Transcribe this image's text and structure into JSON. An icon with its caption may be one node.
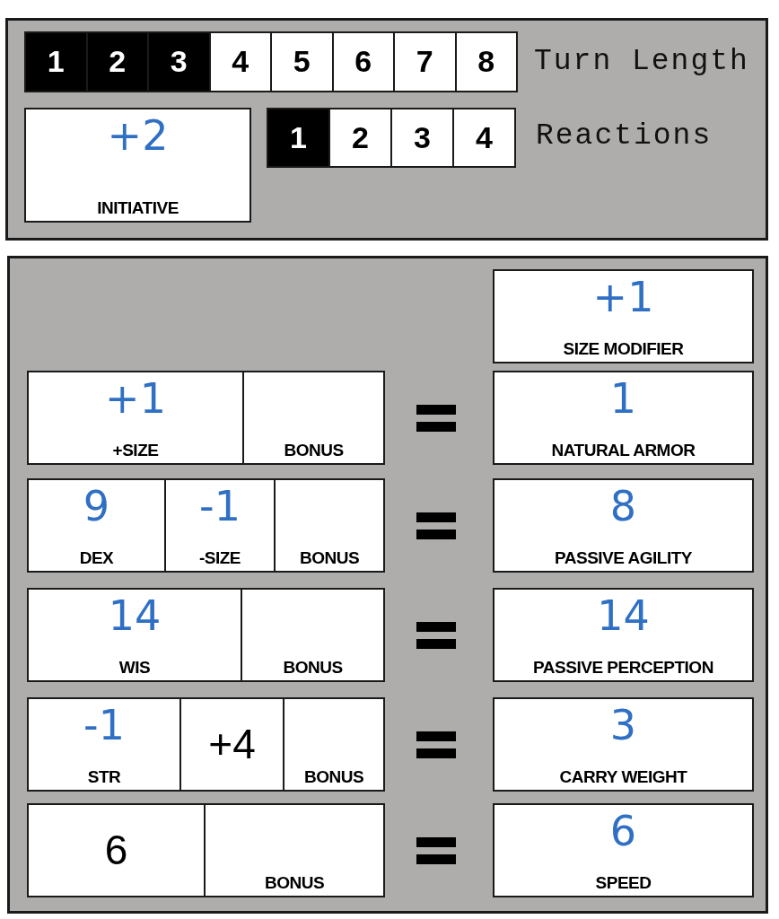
{
  "diagram": {
    "nodes": [
      {
        "text": [],
        "shape": "box"
      },
      {
        "text": [
          "1"
        ],
        "in": 0
      },
      {
        "text": [
          "2"
        ],
        "in": 0
      },
      {
        "text": [
          "3"
        ],
        "in": 0
      },
      {
        "text": [
          "4"
        ],
        "in": 0
      },
      {
        "text": [
          "5"
        ],
        "in": 0
      },
      {
        "text": [
          "6"
        ],
        "in": 0
      },
      {
        "text": [
          "7"
        ],
        "in": 0
      },
      {
        "text": [
          "8"
        ],
        "in": 0
      },
      {
        "text": [
          "+2",
          "INITIATIVE"
        ],
        "in": 0
      },
      {
        "text": [
          "1"
        ],
        "in": 0
      },
      {
        "text": [
          "2"
        ],
        "in": 0
      },
      {
        "text": [
          "3"
        ],
        "in": 0
      },
      {
        "text": [
          "4"
        ],
        "in": 0
      },
      {
        "text": [],
        "shape": "box"
      },
      {
        "text": [
          "+1",
          "SIZE MODIFIER"
        ],
        "in": 14
      },
      {
        "text": [
          "+1",
          "+SIZE"
        ],
        "in": 14
      },
      {
        "text": [
          "BONUS"
        ],
        "in": 14
      },
      {
        "text": [
          "1",
          "NATURAL ARMOR"
        ],
        "in": 14
      },
      {
        "text": [
          "9",
          "DEX"
        ],
        "in": 14
      },
      {
        "text": [
          "-1",
          "-SIZE"
        ],
        "in": 14
      },
      {
        "text": [
          "BONUS"
        ],
        "in": 14
      },
      {
        "text": [
          "8",
          "PASSIVE AGILITY"
        ],
        "in": 14
      },
      {
        "text": [
          "14",
          "WIS"
        ],
        "in": 14
      },
      {
        "text": [
          "BONUS"
        ],
        "in": 14
      },
      {
        "text": [
          "14",
          "PASSIVE PERCEPTION"
        ],
        "in": 14
      },
      {
        "text": [
          "-1",
          "STR"
        ],
        "in": 14
      },
      {
        "text": [
          "+4"
        ],
        "in": 14
      },
      {
        "text": [
          "BONUS"
        ],
        "in": 14
      },
      {
        "text": [
          "3",
          "CARRY WEIGHT"
        ],
        "in": 14
      },
      {
        "text": [
          "6"
        ],
        "in": 14
      },
      {
        "text": [
          "BONUS"
        ],
        "in": 14
      },
      {
        "text": [
          "6",
          "SPEED"
        ],
        "in": 14
      }
    ],
    "edges": [],
    "labels": [
      "Turn Length",
      "Reactions"
    ]
  }
}
